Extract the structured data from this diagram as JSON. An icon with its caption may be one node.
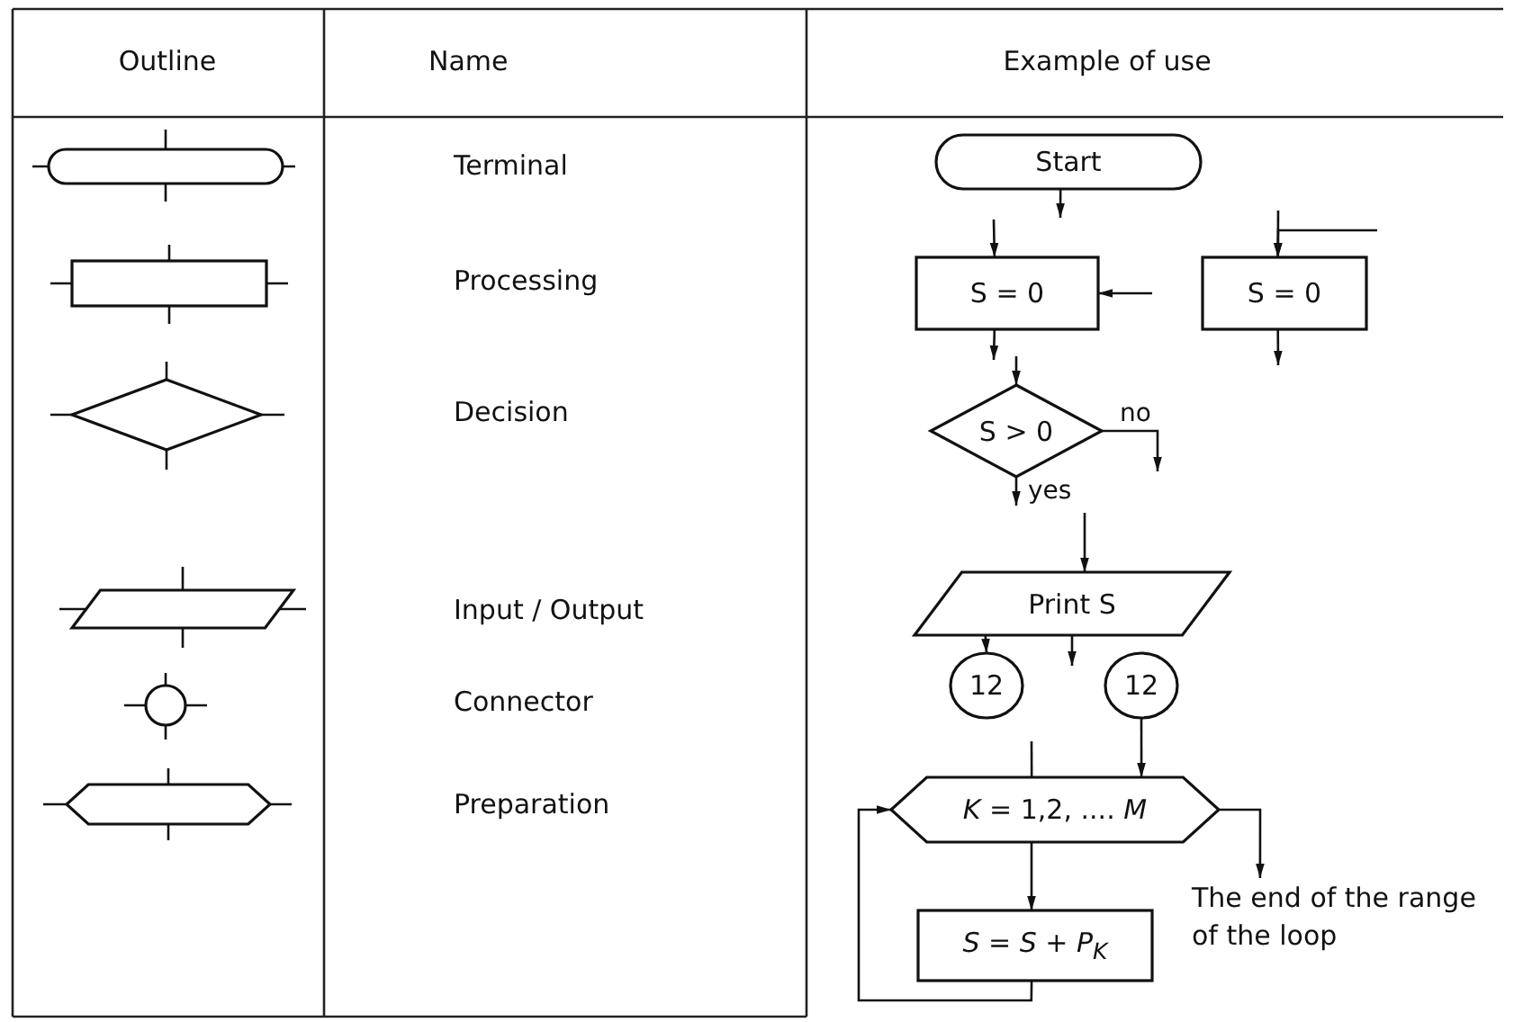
{
  "diagram": {
    "nodes": [
      {
        "text": [],
        "shape": "stadium"
      },
      {
        "text": [],
        "shape": "box"
      },
      {
        "text": [],
        "shape": "diamond"
      },
      {
        "text": [],
        "shape": "parallelogram"
      },
      {
        "text": [],
        "shape": "circle"
      },
      {
        "text": [],
        "shape": "hexagon"
      },
      {
        "text": [
          "Start"
        ]
      },
      {
        "text": [
          "S = 0"
        ]
      },
      {
        "text": [
          "S = 0"
        ]
      },
      {
        "text": [
          "S > 0"
        ]
      },
      {
        "text": [
          "Print S"
        ]
      },
      {
        "text": [
          "12"
        ]
      },
      {
        "text": [
          "12"
        ]
      },
      {
        "text": [
          "*K* = 1,2, .... *M*"
        ]
      },
      {
        "text": [
          "S = S + P$_{K}$"
        ]
      },
      {
        "text": [
          "The end of the range of the loop"
        ]
      }
    ],
    "edges": [
      {
        "from": 6,
        "to": null,
        "arrow": "to"
      },
      {
        "from": null,
        "to": 7,
        "arrow": "to"
      },
      {
        "from": null,
        "to": 7,
        "arrow": "to"
      },
      {
        "from": 7,
        "to": null,
        "arrow": "to"
      },
      {
        "from": null,
        "to": 9,
        "arrow": "to"
      },
      {
        "from": 9,
        "to": null,
        "arrow": "to",
        "label": "no"
      },
      {
        "from": 9,
        "to": null,
        "arrow": "to",
        "label": "yes"
      },
      {
        "from": null,
        "to": 8,
        "arrow": "to"
      },
      {
        "from": null,
        "to": 8,
        "arrow": "to"
      },
      {
        "from": 8,
        "to": null,
        "arrow": "to"
      },
      {
        "from": null,
        "to": 10,
        "arrow": "to"
      },
      {
        "from": 10,
        "to": 11,
        "arrow": "to"
      },
      {
        "from": 10,
        "to": null,
        "arrow": "to"
      },
      {
        "from": 12,
        "to": 13,
        "arrow": "to"
      },
      {
        "from": null,
        "to": 13,
        "arrow": "none"
      },
      {
        "from": 13,
        "to": 15,
        "arrow": "to"
      },
      {
        "from": 13,
        "to": 14,
        "arrow": "to"
      },
      {
        "from": 14,
        "to": 13,
        "arrow": "to"
      }
    ],
    "labels": [
      "Outline",
      "Name",
      "Example of use",
      "Terminal",
      "Processing",
      "Decision",
      "Input / Output",
      "Connector",
      "Preparation"
    ]
  }
}
